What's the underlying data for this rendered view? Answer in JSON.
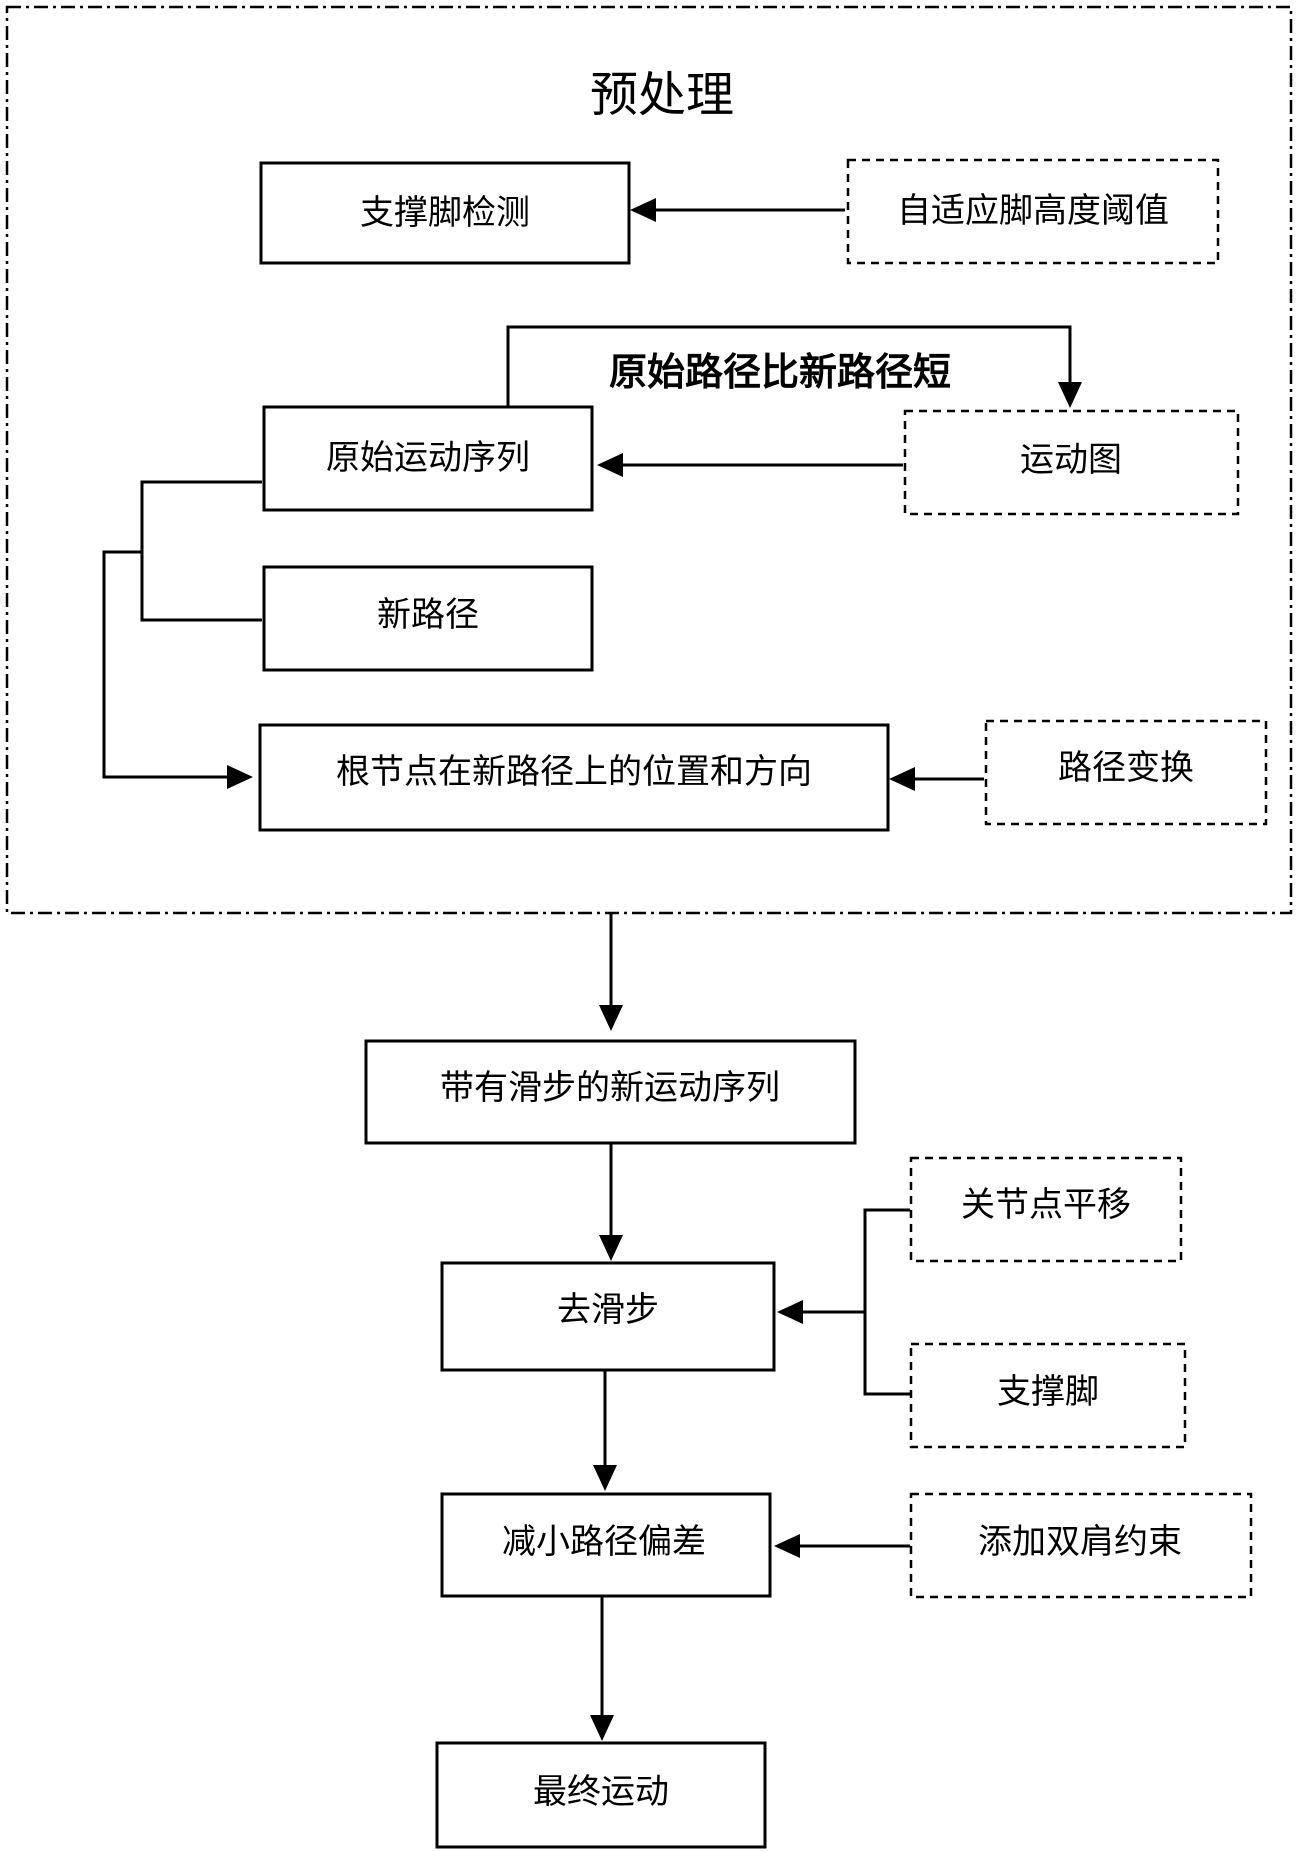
{
  "diagram": {
    "section_title": "预处理",
    "nodes": {
      "support_foot_detection": "支撑脚检测",
      "adaptive_threshold": "自适应脚高度阈值",
      "original_motion": "原始运动序列",
      "motion_graph": "运动图",
      "new_path": "新路径",
      "root_position": "根节点在新路径上的位置和方向",
      "path_transform": "路径变换",
      "new_motion_sliding": "带有滑步的新运动序列",
      "joint_translation": "关节点平移",
      "remove_sliding": "去滑步",
      "support_foot": "支撑脚",
      "reduce_deviation": "减小路径偏差",
      "add_shoulder_constraint": "添加双肩约束",
      "final_motion": "最终运动"
    },
    "edge_labels": {
      "shorter_path": "原始路径比新路径短"
    }
  }
}
